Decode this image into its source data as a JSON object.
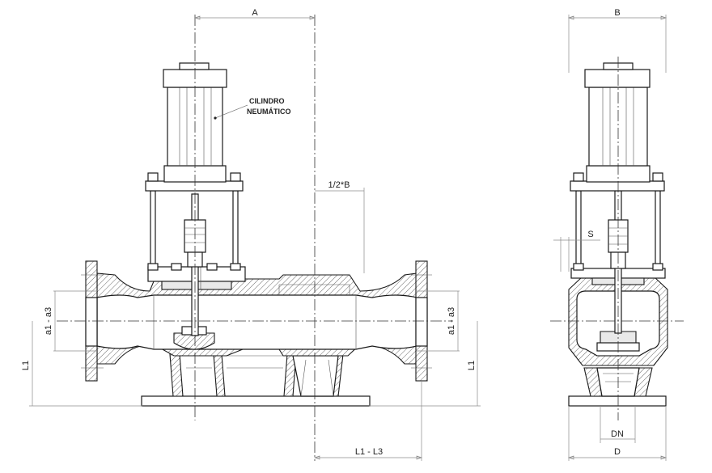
{
  "dimensions": {
    "A": "A",
    "B": "B",
    "half_B": "1/2*B",
    "S": "S",
    "a1_a3": "a1 - a3",
    "L1": "L1",
    "L1_L3": "L1 - L3",
    "DN": "DN",
    "D": "D"
  },
  "annotation": {
    "line1": "CILINDRO",
    "line2": "NEUMÁTICO"
  }
}
